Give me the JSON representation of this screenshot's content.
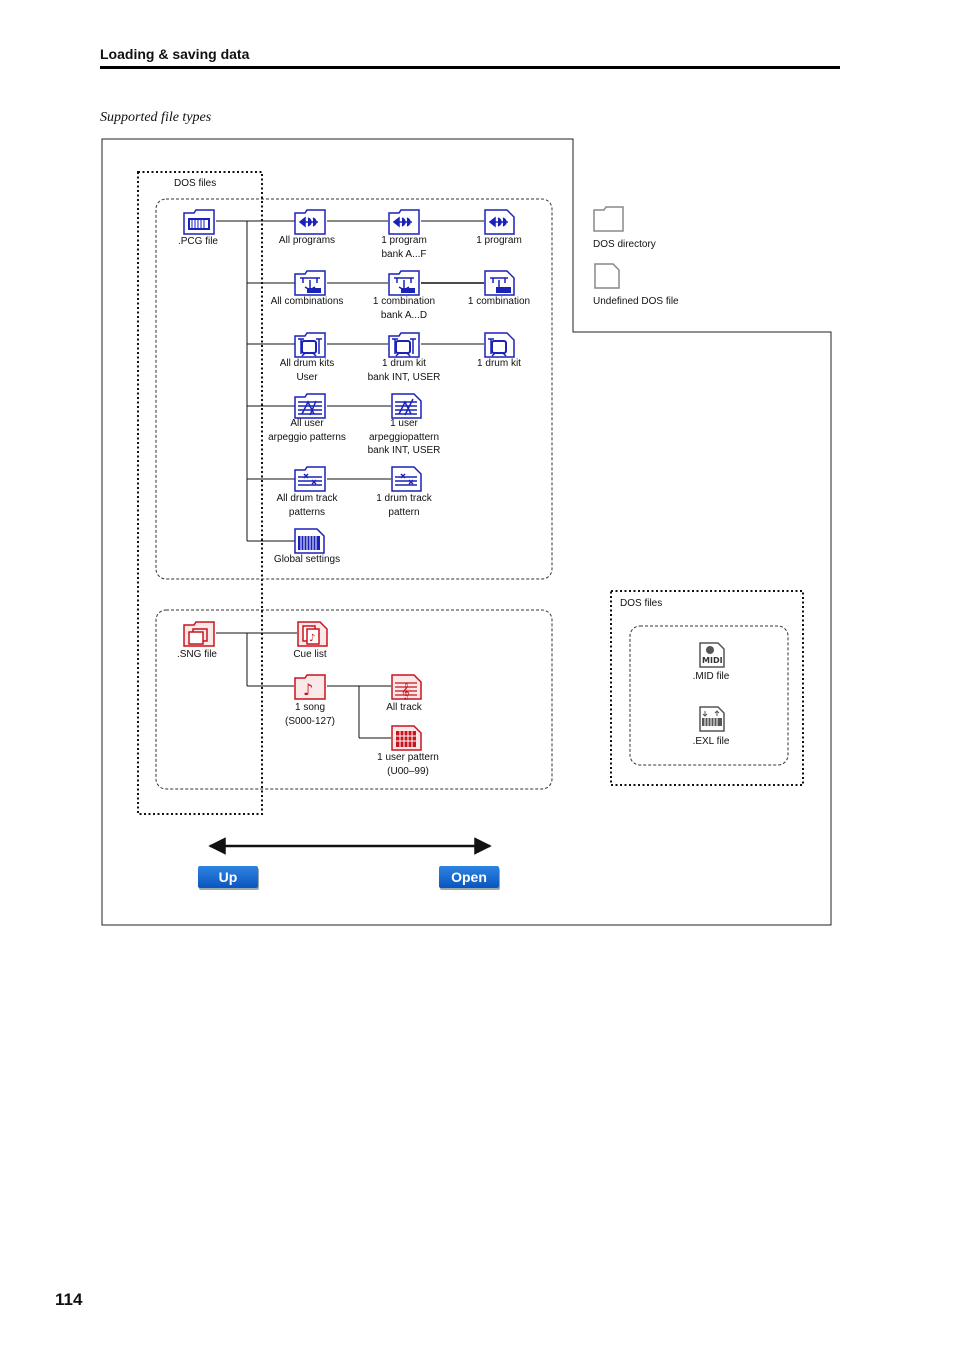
{
  "header": {
    "section_title": "Loading & saving data"
  },
  "caption": "Supported file types",
  "page_number": "114",
  "diagram": {
    "group_dos_files_label": "DOS files",
    "pcg": {
      "file_label": ".PCG file",
      "rows": [
        {
          "items": [
            [
              "All programs"
            ],
            [
              "1 program",
              "bank A...F"
            ],
            [
              "1 program"
            ]
          ]
        },
        {
          "items": [
            [
              "All combinations"
            ],
            [
              "1 combination",
              "bank A...D"
            ],
            [
              "1 combination"
            ]
          ]
        },
        {
          "items": [
            [
              "All drum kits",
              "User"
            ],
            [
              "1 drum kit",
              "bank INT, USER"
            ],
            [
              "1 drum kit"
            ]
          ]
        },
        {
          "items": [
            [
              "All user",
              "arpeggio patterns"
            ],
            [
              "1 user",
              "arpeggiopattern",
              "bank INT, USER"
            ]
          ]
        },
        {
          "items": [
            [
              "All drum track",
              "patterns"
            ],
            [
              "1 drum track",
              "pattern"
            ]
          ]
        },
        {
          "items": [
            [
              "Global settings"
            ]
          ]
        }
      ]
    },
    "sng": {
      "file_label": ".SNG file",
      "cue_list": "Cue list",
      "song": [
        "1 song",
        "(S000-127)"
      ],
      "all_track": "All track",
      "user_pattern": [
        "1 user pattern",
        "(U00–99)"
      ]
    },
    "legend": {
      "dos_directory": "DOS directory",
      "undefined_dos_file": "Undefined DOS file"
    },
    "other_files": {
      "group_label": "DOS files",
      "mid_file": ".MID file",
      "exl_file": ".EXL file",
      "midi_icon_text": "MIDI"
    },
    "buttons": {
      "up": "Up",
      "open": "Open"
    }
  },
  "colors": {
    "pcg_icon": "#1a22b8",
    "sng_icon": "#c8141e",
    "button": "#0a60d0",
    "folder_gray": "#888888"
  }
}
